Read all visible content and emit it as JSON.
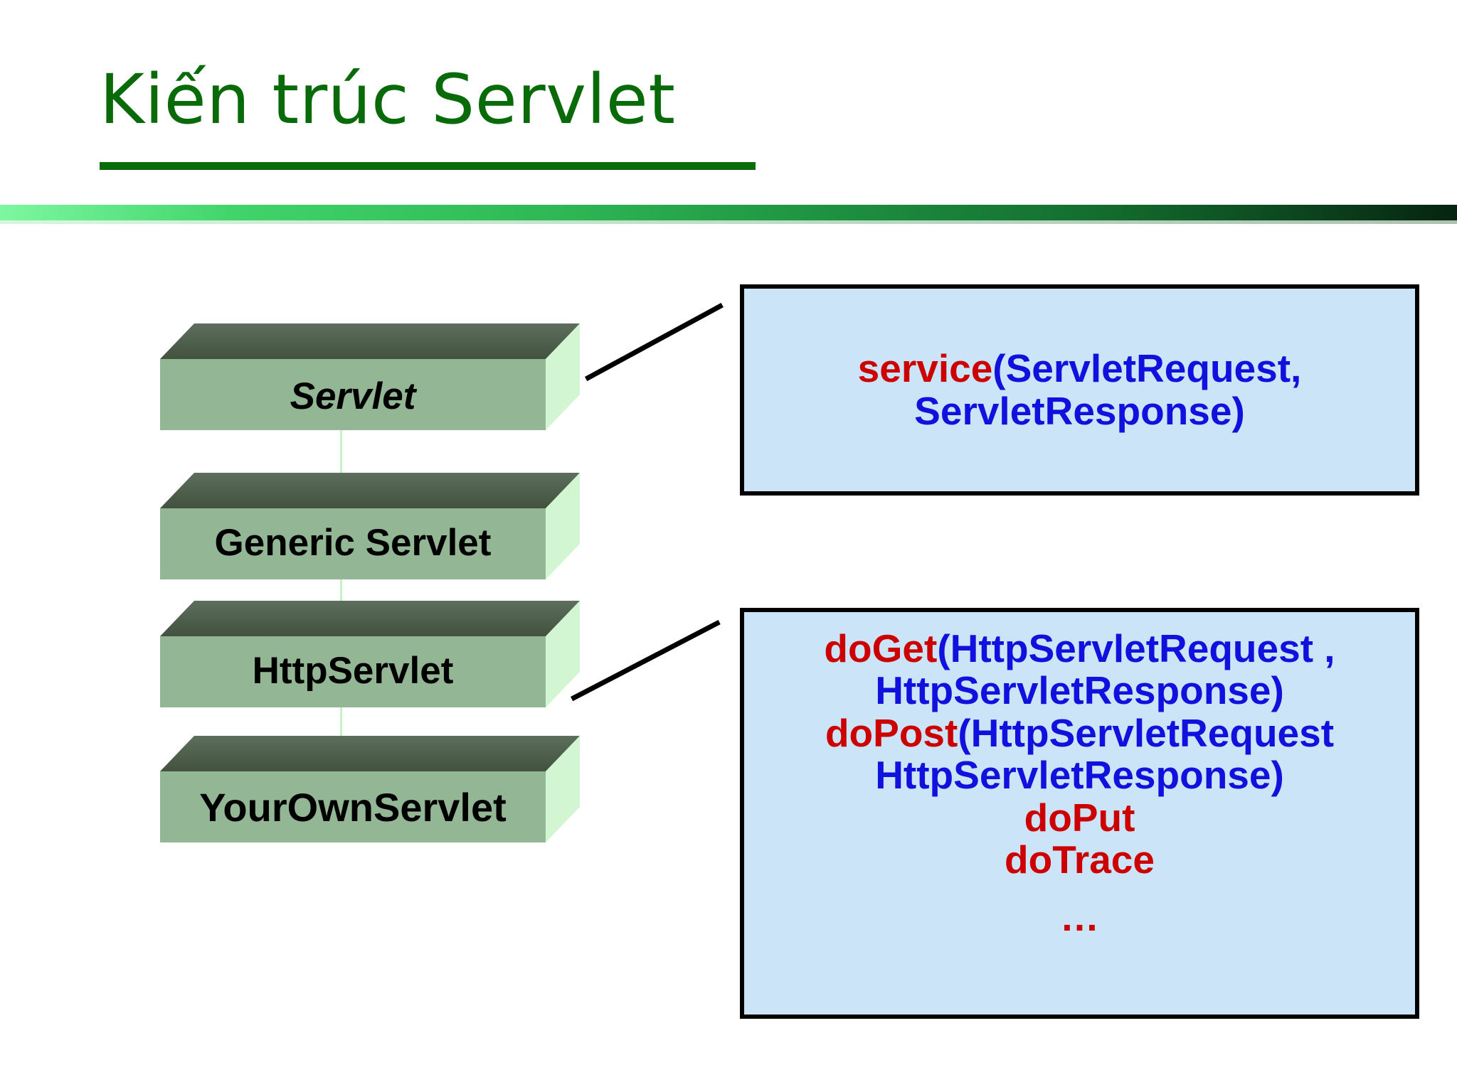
{
  "slide": {
    "title": "Kiến trúc Servlet",
    "accent_green": "#096a09",
    "box_face_green": "#93b694",
    "box_top_green": "#4a5b4a",
    "box_side_green": "#d2f5d2",
    "callout_bg": "#cce4f7",
    "callout_border": "#000000",
    "method_color": "#cc0000",
    "param_color": "#1111dd"
  },
  "hierarchy": [
    {
      "label": "Servlet",
      "style": "italic"
    },
    {
      "label": "Generic Servlet",
      "style": "normal"
    },
    {
      "label": "HttpServlet",
      "style": "normal"
    },
    {
      "label": "YourOwnServlet",
      "style": "normal"
    }
  ],
  "callouts": [
    {
      "id": "servlet-methods",
      "lines": [
        {
          "method": "service",
          "params": "(ServletRequest,"
        },
        {
          "method": "",
          "params": "ServletResponse)"
        }
      ]
    },
    {
      "id": "httpservlet-methods",
      "lines": [
        {
          "method": "doGet",
          "params": "(HttpServletRequest ,"
        },
        {
          "method": "",
          "params": "HttpServletResponse)"
        },
        {
          "method": "doPost",
          "params": "(HttpServletRequest"
        },
        {
          "method": "",
          "params": "HttpServletResponse)"
        },
        {
          "method": "doPut",
          "params": ""
        },
        {
          "method": "doTrace",
          "params": ""
        },
        {
          "method": "…",
          "params": ""
        }
      ]
    }
  ]
}
